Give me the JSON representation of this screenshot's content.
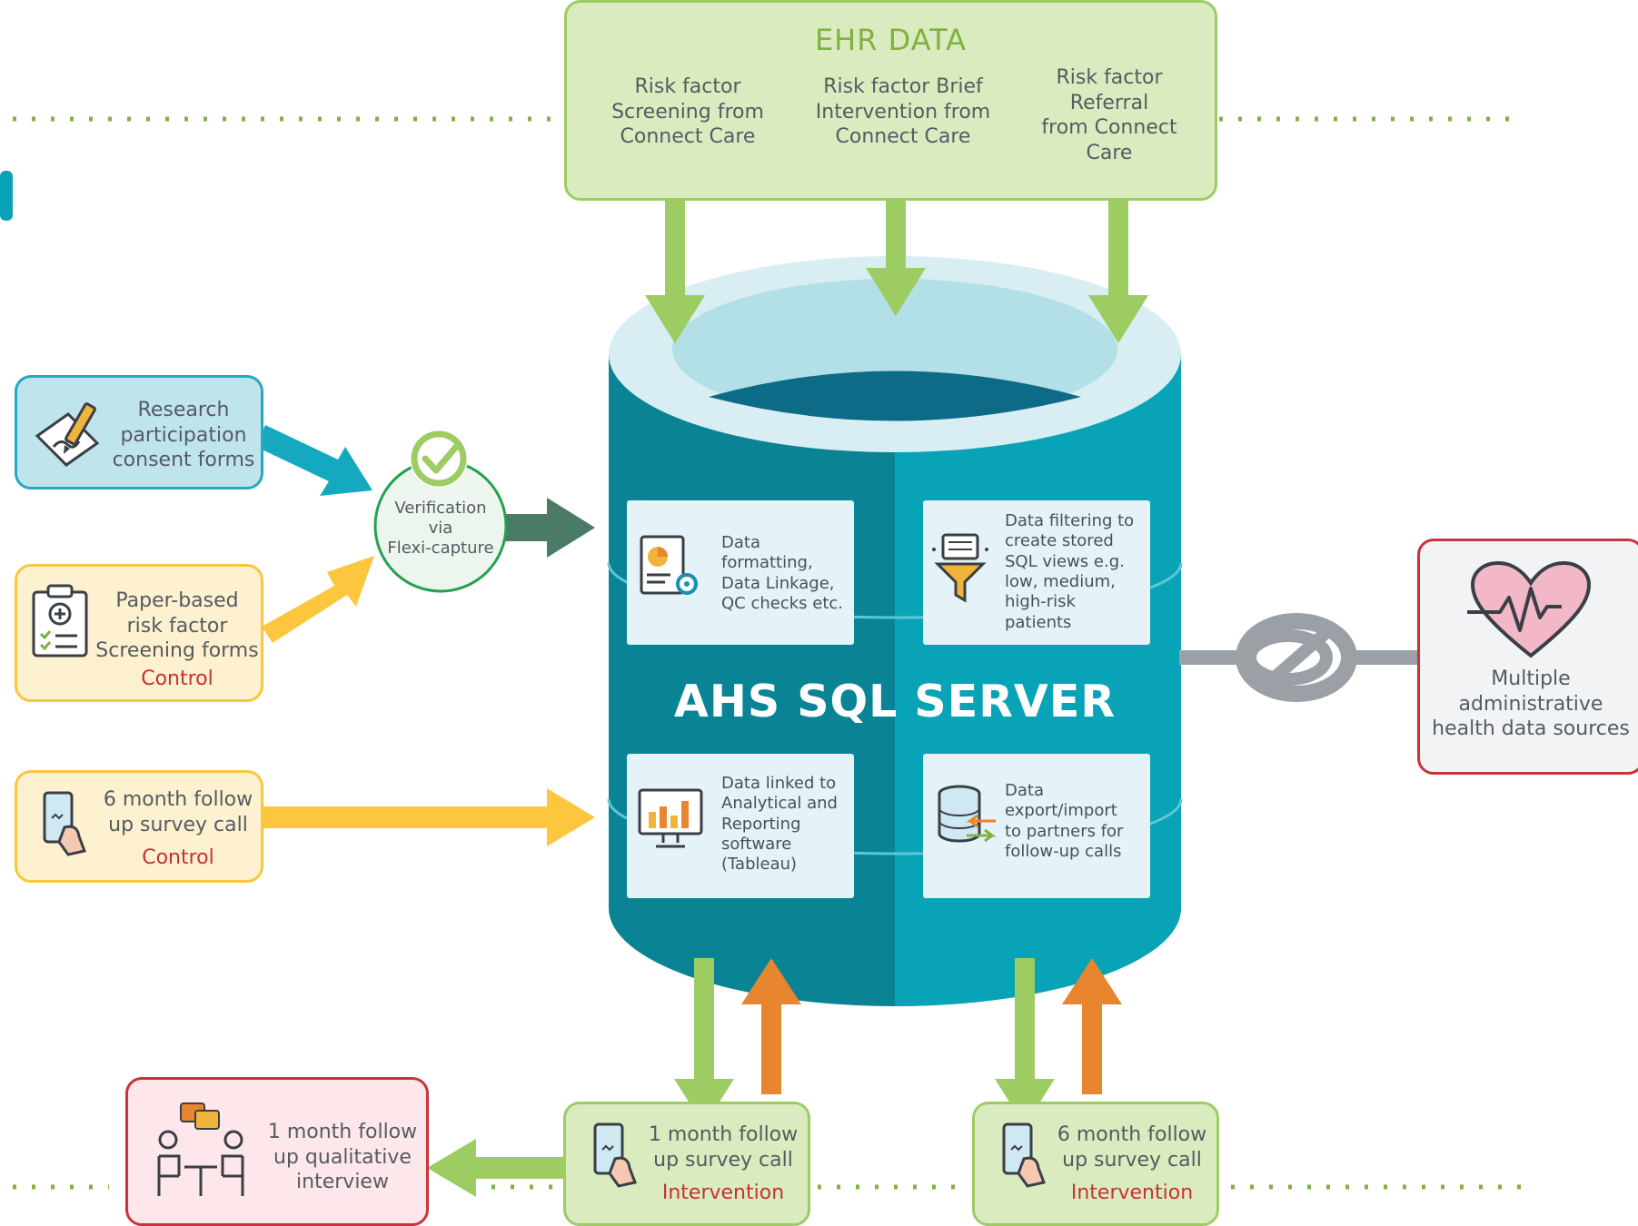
{
  "ehr": {
    "title": "EHR DATA",
    "items": [
      "Risk factor\nScreening from\nConnect Care",
      "Risk factor Brief\nIntervention from\nConnect Care",
      "Risk factor\nReferral\nfrom Connect\nCare"
    ]
  },
  "left": {
    "consent": "Research\nparticipation\nconsent forms",
    "paper": "Paper-based\nrisk factor\nScreening forms",
    "paper_tag": "Control",
    "six_month": "6 month follow\nup survey call",
    "six_month_tag": "Control"
  },
  "verification": "Verification\nvia\nFlexi-capture",
  "server": {
    "title": "AHS SQL SERVER",
    "panels": [
      "Data\nformatting,\nData Linkage,\nQC checks etc.",
      "Data filtering to\ncreate stored\nSQL views e.g.\nlow, medium,\nhigh-risk\npatients",
      "Data linked to\nAnalytical and\nReporting\nsoftware\n(Tableau)",
      "Data\nexport/import\nto partners for\nfollow-up calls"
    ]
  },
  "right": {
    "sources": "Multiple\nadministrative\nhealth data sources"
  },
  "bottom": {
    "interview": "1 month follow\nup qualitative\ninterview",
    "one_month": "1 month follow\nup survey call",
    "one_month_tag": "Intervention",
    "six_month": "6 month follow\nup survey call",
    "six_month_tag": "Intervention"
  },
  "colors": {
    "teal_dark": "#0a8494",
    "teal_light": "#09a3b8",
    "green": "#9dcc63",
    "orange": "#e8852f",
    "yellow": "#fcc63e",
    "red": "#c9343a"
  }
}
